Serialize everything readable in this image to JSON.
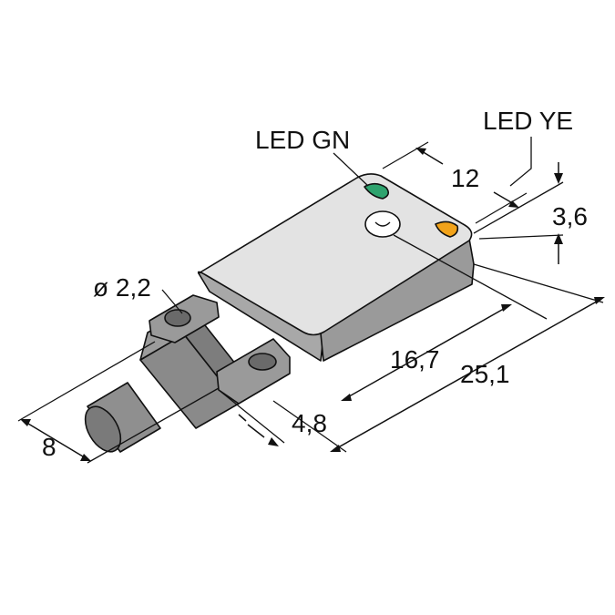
{
  "labels": {
    "led_gn": "LED GN",
    "led_ye": "LED YE",
    "dim_12": "12",
    "dim_3_6": "3,6",
    "dim_dia": "ø 2,2",
    "dim_16_7": "16,7",
    "dim_25_1": "25,1",
    "dim_4_8": "4,8",
    "dim_8": "8"
  },
  "colors": {
    "housing_top": "#e2e2e2",
    "housing_side": "#a6a6a6",
    "cable": "#8c8c8c",
    "led_green": "#2ea36e",
    "led_yellow": "#f2a31a"
  }
}
